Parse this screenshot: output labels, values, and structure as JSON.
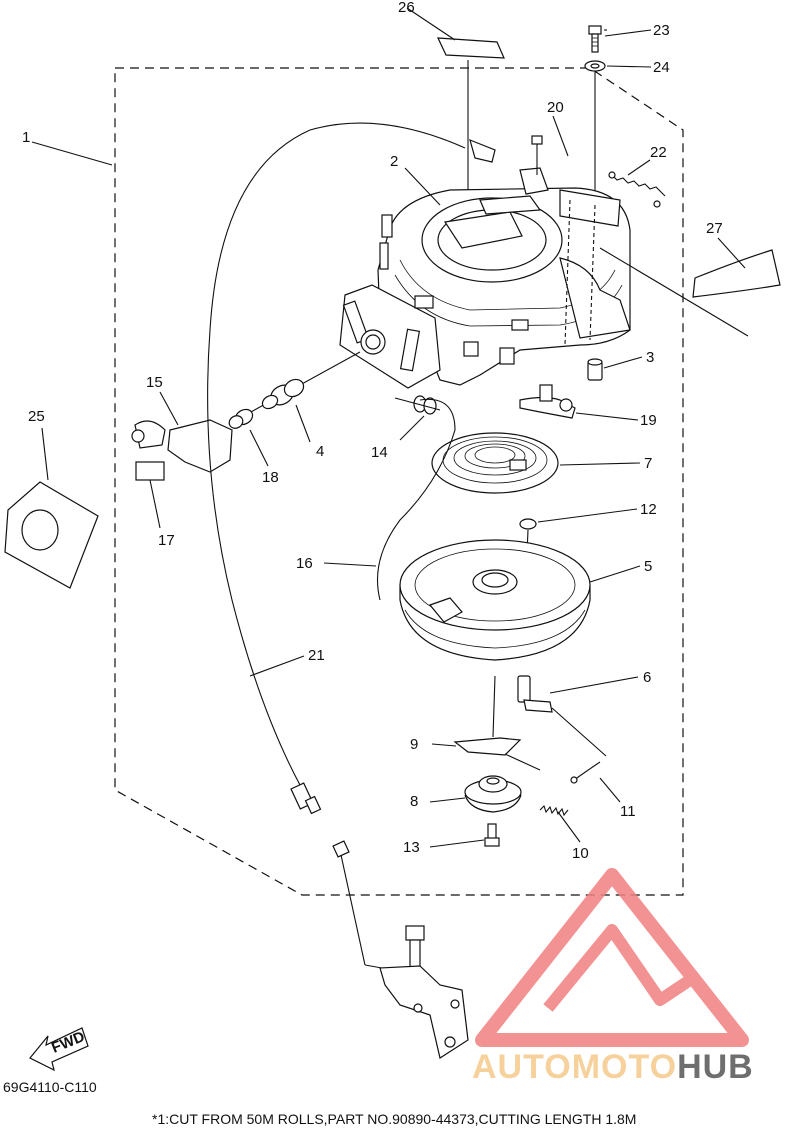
{
  "diagram": {
    "callouts": [
      {
        "id": "c1",
        "text": "1"
      },
      {
        "id": "c2",
        "text": "2"
      },
      {
        "id": "c3",
        "text": "3"
      },
      {
        "id": "c4",
        "text": "4"
      },
      {
        "id": "c5",
        "text": "5"
      },
      {
        "id": "c6",
        "text": "6"
      },
      {
        "id": "c7",
        "text": "7"
      },
      {
        "id": "c8",
        "text": "8"
      },
      {
        "id": "c9",
        "text": "9"
      },
      {
        "id": "c10",
        "text": "10"
      },
      {
        "id": "c11",
        "text": "11"
      },
      {
        "id": "c12",
        "text": "12"
      },
      {
        "id": "c13",
        "text": "13"
      },
      {
        "id": "c14",
        "text": "14"
      },
      {
        "id": "c15",
        "text": "15"
      },
      {
        "id": "c16",
        "text": "16"
      },
      {
        "id": "c17",
        "text": "17"
      },
      {
        "id": "c18",
        "text": "18"
      },
      {
        "id": "c19",
        "text": "19"
      },
      {
        "id": "c20",
        "text": "20"
      },
      {
        "id": "c21",
        "text": "21"
      },
      {
        "id": "c22",
        "text": "22"
      },
      {
        "id": "c23",
        "text": "23"
      },
      {
        "id": "c24",
        "text": "24"
      },
      {
        "id": "c25",
        "text": "25"
      },
      {
        "id": "c26",
        "text": "26"
      },
      {
        "id": "c27",
        "text": "27"
      }
    ],
    "fwd_label": "FWD",
    "diagram_code": "69G4110-C110",
    "footnote": "*1:CUT FROM 50M ROLLS,PART NO.90890-44373,CUTTING LENGTH 1.8M"
  },
  "watermark": {
    "text_part1": "AUTOMOTO",
    "text_part2": "HUB",
    "color_primary": "#f07f7f",
    "color_secondary": "#f6c98a",
    "color_dark": "#555555"
  }
}
